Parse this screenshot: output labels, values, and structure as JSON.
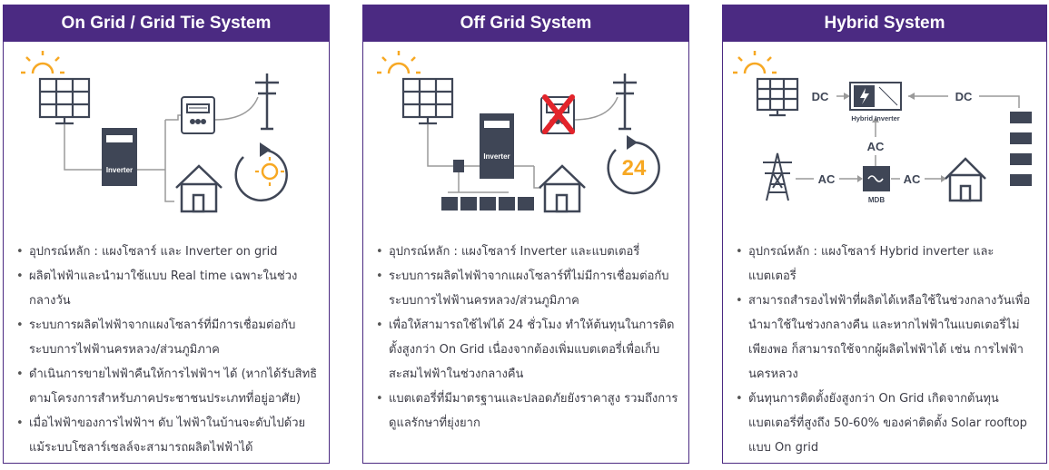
{
  "cards": [
    {
      "title": "On Grid / Grid Tie System",
      "diagram": {
        "inverter_label": "Inverter"
      },
      "bullets": [
        "อุปกรณ์หลัก : แผงโซลาร์ และ Inverter on grid",
        "ผลิตไฟฟ้าและนำมาใช้แบบ Real time เฉพาะในช่วงกลางวัน",
        "ระบบการผลิตไฟฟ้าจากแผงโซลาร์ที่มีการเชื่อมต่อกับระบบการไฟฟ้านครหลวง/ส่วนภูมิภาค",
        "ดำเนินการขายไฟฟ้าคืนให้การไฟฟ้าฯ ได้ (หากได้รับสิทธิตามโครงการสำหรับภาคประชาชนประเภทที่อยู่อาศัย)",
        "เมื่อไฟฟ้าของการไฟฟ้าฯ ดับ ไฟฟ้าในบ้านจะดับไปด้วย แม้ระบบโซลาร์เซลล์จะสามารถผลิตไฟฟ้าได้"
      ]
    },
    {
      "title": "Off Grid System",
      "diagram": {
        "inverter_label": "Inverter",
        "hours_label": "24"
      },
      "bullets": [
        "อุปกรณ์หลัก : แผงโซลาร์ Inverter และแบตเตอรี่",
        "ระบบการผลิตไฟฟ้าจากแผงโซลาร์ที่ไม่มีการเชื่อมต่อกับระบบการไฟฟ้านครหลวง/ส่วนภูมิภาค",
        "เพื่อให้สามารถใช้ไฟได้ 24 ชั่วโมง ทำให้ต้นทุนในการติดตั้งสูงกว่า On Grid เนื่องจากต้องเพิ่มแบตเตอรี่เพื่อเก็บสะสมไฟฟ้าในช่วงกลางคืน",
        "แบตเตอรี่ที่มีมาตรฐานและปลอดภัยยังราคาสูง รวมถึงการดูแลรักษาที่ยุ่งยาก"
      ]
    },
    {
      "title": "Hybrid System",
      "diagram": {
        "dc_label": "DC",
        "ac_label": "AC",
        "hybrid_inverter_label": "Hybrid Inverter",
        "mdb_label": "MDB"
      },
      "bullets": [
        "อุปกรณ์หลัก : แผงโซลาร์ Hybrid inverter และแบตเตอรี่",
        "สามารถสำรองไฟฟ้าที่ผลิตได้เหลือใช้ในช่วงกลางวันเพื่อนำมาใช้ในช่วงกลางคืน และหากไฟฟ้าในแบตเตอรี่ไม่เพียงพอ ก็สามารถใช้จากผู้ผลิตไฟฟ้าได้ เช่น การไฟฟ้านครหลวง",
        "ต้นทุนการติดตั้งยังสูงกว่า On Grid เกิดจากต้นทุนแบตเตอรี่ที่สูงถึง 50-60% ของค่าติดตั้ง Solar rooftop แบบ On grid"
      ]
    }
  ],
  "colors": {
    "purple": "#4b2a82",
    "sun": "#f7a823",
    "icon": "#3f4656",
    "line": "#9a9a9a",
    "red_x": "#e3242b"
  }
}
